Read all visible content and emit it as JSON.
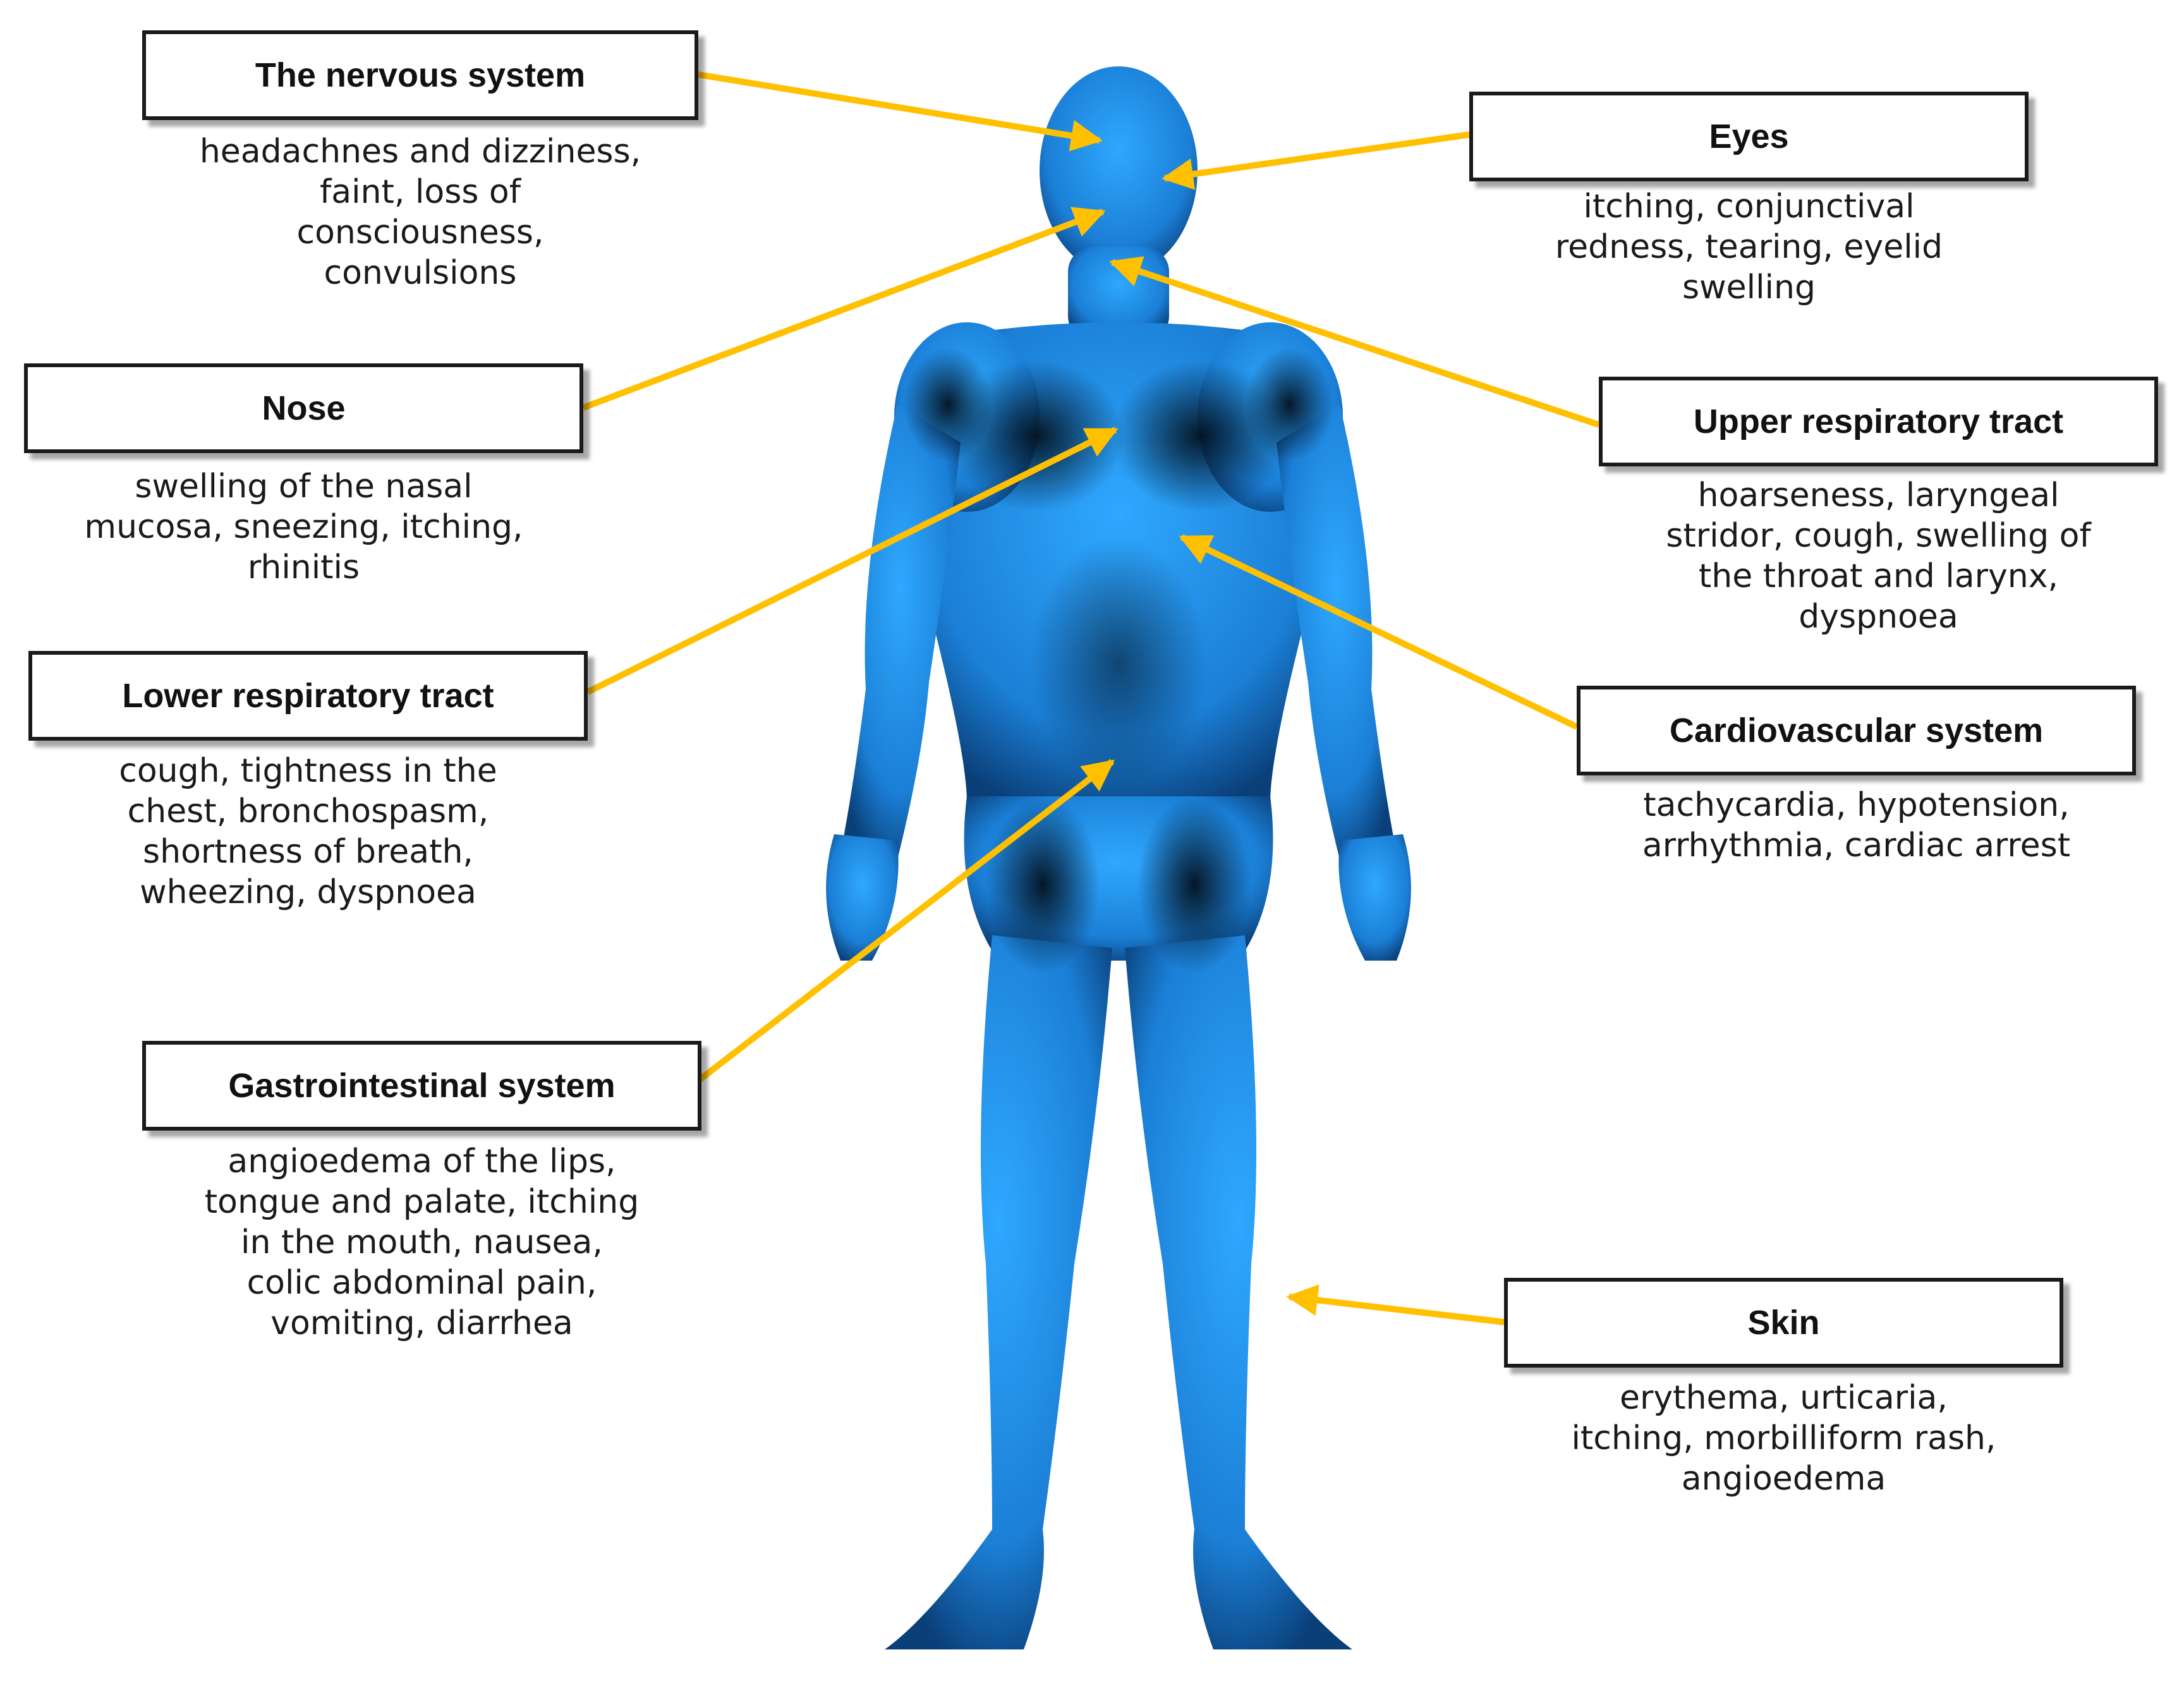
{
  "arrow_color": "#FFC000",
  "body_color": "#1E90FF",
  "organs": [
    {
      "title": "The nervous system",
      "lines": [
        "headachnes and dizziness,",
        "faint, loss of",
        "consciousness,",
        "convulsions"
      ]
    },
    {
      "title": "Nose",
      "lines": [
        "swelling of the nasal",
        "mucosa, sneezing, itching,",
        "rhinitis"
      ]
    },
    {
      "title": "Lower respiratory tract",
      "lines": [
        "cough, tightness in the",
        "chest, bronchospasm,",
        "shortness of breath,",
        "wheezing, dyspnoea"
      ]
    },
    {
      "title": "Gastrointestinal system",
      "lines": [
        "angioedema of the lips,",
        "tongue and palate, itching",
        "in the mouth, nausea,",
        "colic abdominal pain,",
        "vomiting, diarrhea"
      ]
    },
    {
      "title": "Eyes",
      "lines": [
        "itching, conjunctival",
        "redness, tearing, eyelid",
        "swelling"
      ]
    },
    {
      "title": "Upper respiratory tract",
      "lines": [
        "hoarseness, laryngeal",
        "stridor, cough, swelling of",
        "the throat and larynx,",
        "dyspnoea"
      ]
    },
    {
      "title": "Cardiovascular system",
      "lines": [
        "tachycardia, hypotension,",
        "arrhythmia, cardiac arrest"
      ]
    },
    {
      "title": "Skin",
      "lines": [
        "erythema, urticaria,",
        "itching, morbilliform rash,",
        "angioedema"
      ]
    }
  ]
}
